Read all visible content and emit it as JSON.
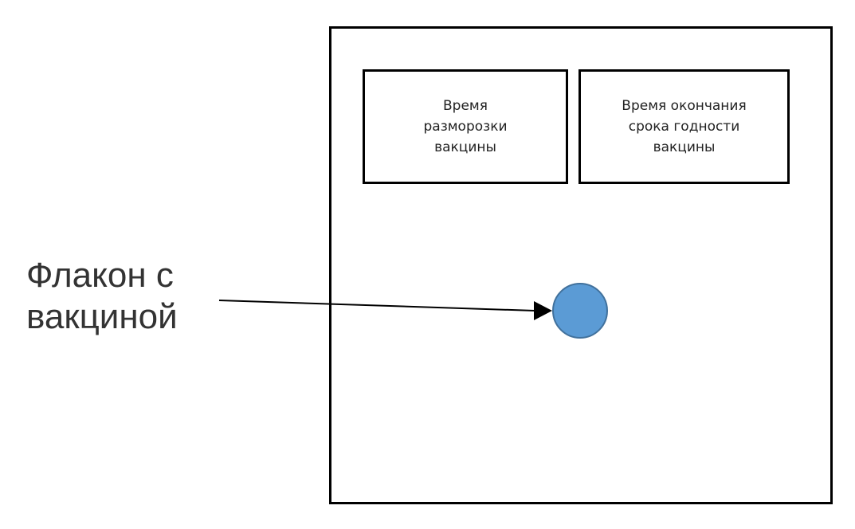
{
  "diagram": {
    "box_thaw_time": "Время разморозки вакцины",
    "box_expiry_time": "Время окончания срока годности вакцины",
    "vial_label_line1": "Флакон с",
    "vial_label_line2": "вакциной",
    "vial_fill": "#5b9bd5",
    "vial_stroke": "#41719c"
  }
}
